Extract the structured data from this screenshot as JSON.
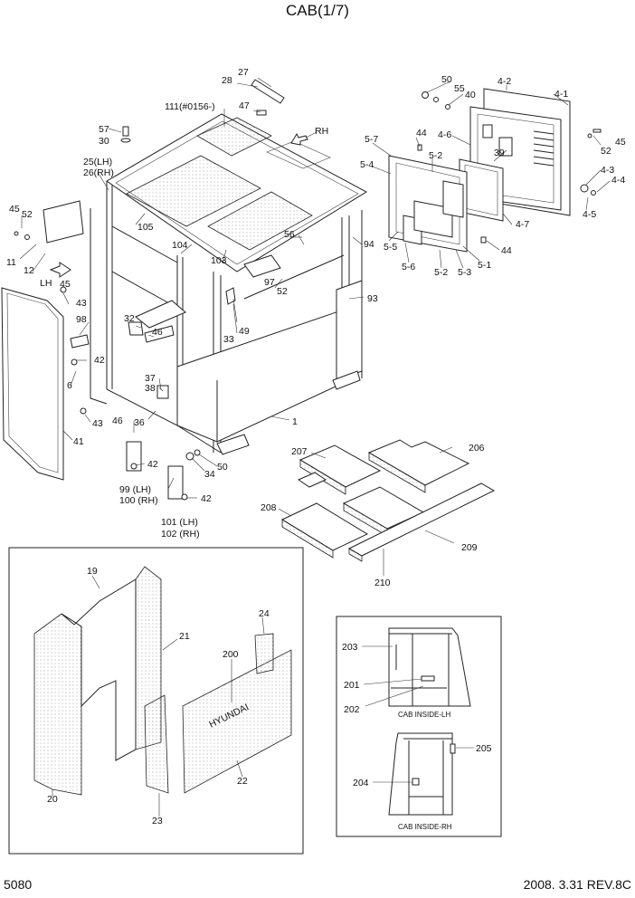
{
  "title": "CAB(1/7)",
  "footer": {
    "page": "5080",
    "date_rev": "2008. 3.31  REV.8C"
  },
  "labels": {
    "l1": "1",
    "l6": "6",
    "l11": "11",
    "l12": "12",
    "l19": "19",
    "l20": "20",
    "l21": "21",
    "l22": "22",
    "l23": "23",
    "l24": "24",
    "l25": "25(LH)",
    "l26": "26(RH)",
    "l27": "27",
    "l28": "28",
    "l30": "30",
    "l32": "32",
    "l33": "33",
    "l34": "34",
    "l36": "36",
    "l37": "37",
    "l38": "38",
    "l39": "39",
    "l40": "40",
    "l41": "41",
    "l42a": "42",
    "l42b": "42",
    "l42c": "42",
    "l43a": "43",
    "l43b": "43",
    "l44a": "44",
    "l44b": "44",
    "l45a": "45",
    "l45b": "45",
    "l46a": "46",
    "l46b": "46",
    "l47": "47",
    "l49": "49",
    "l50a": "50",
    "l50b": "50",
    "l52a": "52",
    "l52b": "52",
    "l52c": "52",
    "l55": "55",
    "l56": "56",
    "l57": "57",
    "l93": "93",
    "l94": "94",
    "l97": "97",
    "l98": "98",
    "l99": "99 (LH)",
    "l100": "100 (RH)",
    "l101": "101 (LH)",
    "l102": "102 (RH)",
    "l103": "103",
    "l104": "104",
    "l105": "105",
    "l111": "111(#0156-)",
    "l41b": "4-1",
    "l42x": "4-2",
    "l43x": "4-3",
    "l44x": "4-4",
    "l45x": "4-5",
    "l46x": "4-6",
    "l47x": "4-7",
    "l51": "5-1",
    "l52x": "5-2",
    "l52y": "5-2",
    "l53": "5-3",
    "l54": "5-4",
    "l55x": "5-5",
    "l56x": "5-6",
    "l57x": "5-7",
    "l200": "200",
    "l201": "201",
    "l202": "202",
    "l203": "203",
    "l204": "204",
    "l205": "205",
    "l206": "206",
    "l207": "207",
    "l208": "208",
    "l209": "209",
    "l210": "210",
    "lh_arrow": "LH",
    "rh_arrow": "RH",
    "brand": "HYUNDAI",
    "cap_lh": "CAB INSIDE-LH",
    "cap_rh": "CAB INSIDE-RH"
  }
}
